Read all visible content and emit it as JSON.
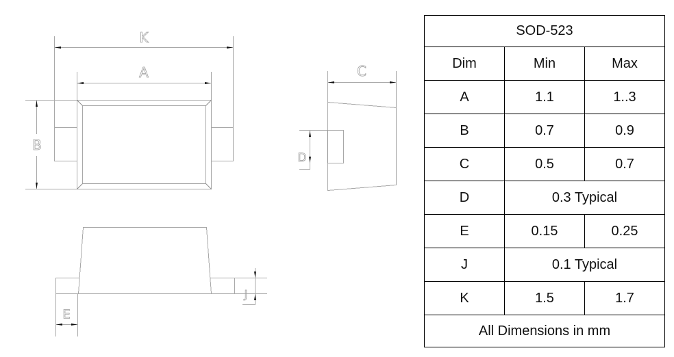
{
  "drawing": {
    "labels": {
      "K": "K",
      "A": "A",
      "B": "B",
      "C": "C",
      "D": "D",
      "E": "E",
      "J": "J"
    },
    "line_color": "#a8a8a8",
    "arrow_color": "#111111"
  },
  "table": {
    "title": "SOD-523",
    "headers": [
      "Dim",
      "Min",
      "Max"
    ],
    "rows": [
      {
        "dim": "A",
        "min": "1.1",
        "max": "1..3"
      },
      {
        "dim": "B",
        "min": "0.7",
        "max": "0.9"
      },
      {
        "dim": "C",
        "min": "0.5",
        "max": "0.7"
      },
      {
        "dim": "D",
        "typical": "0.3 Typical"
      },
      {
        "dim": "E",
        "min": "0.15",
        "max": "0.25"
      },
      {
        "dim": "J",
        "typical": "0.1 Typical"
      },
      {
        "dim": "K",
        "min": "1.5",
        "max": "1.7"
      }
    ],
    "footer": "All Dimensions in mm"
  }
}
